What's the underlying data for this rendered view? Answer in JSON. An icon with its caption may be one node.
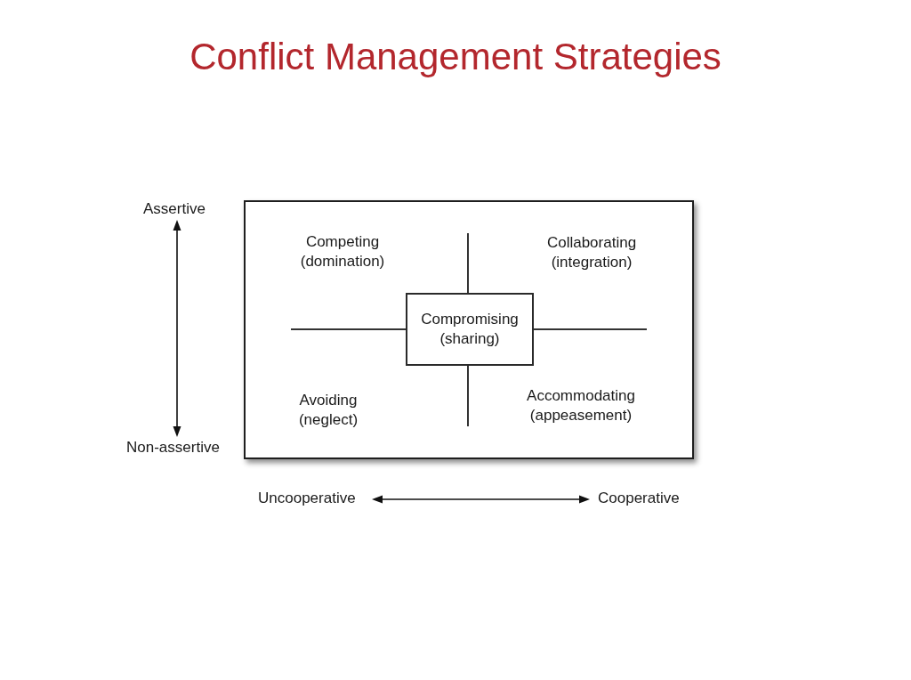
{
  "diagram": {
    "title": "Conflict Management Strategies",
    "nodes": [
      {
        "text": [
          "Competing (domination)",
          "Collaborating (integration)",
          "Avoiding (neglect)",
          "Accommodating (appeasement)"
        ]
      },
      {
        "text": [
          "Compromising (sharing)"
        ],
        "in": 0
      }
    ],
    "labels": [
      "Assertive",
      "Non-assertive",
      "Uncooperative",
      "Cooperative"
    ]
  }
}
